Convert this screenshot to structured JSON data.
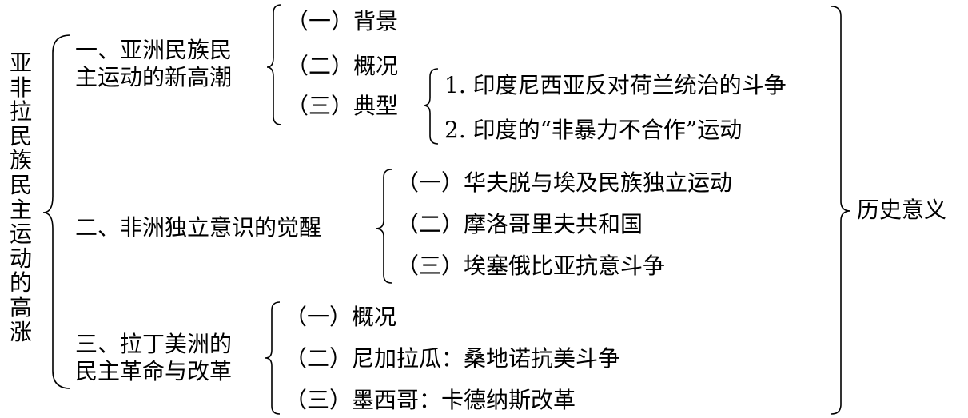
{
  "title": "亚非拉民族民主运动的高涨",
  "section1": {
    "heading_line1": "一、亚洲民族民",
    "heading_line2": "主运动的新高潮",
    "items": [
      "（一）背景",
      "（二）概况",
      "（三）典型"
    ],
    "typical_examples": [
      "1. 印度尼西亚反对荷兰统治的斗争",
      "2. 印度的“非暴力不合作”运动"
    ]
  },
  "section2": {
    "heading": "二、非洲独立意识的觉醒",
    "items": [
      "（一）华夫脱与埃及民族独立运动",
      "（二）摩洛哥里夫共和国",
      "（三）埃塞俄比亚抗意斗争"
    ]
  },
  "section3": {
    "heading_line1": "三、拉丁美洲的",
    "heading_line2": "民主革命与改革",
    "items": [
      "（一）概况",
      "（二）尼加拉瓜：桑地诺抗美斗争",
      "（三）墨西哥：卡德纳斯改革"
    ]
  },
  "significance": "历史意义"
}
